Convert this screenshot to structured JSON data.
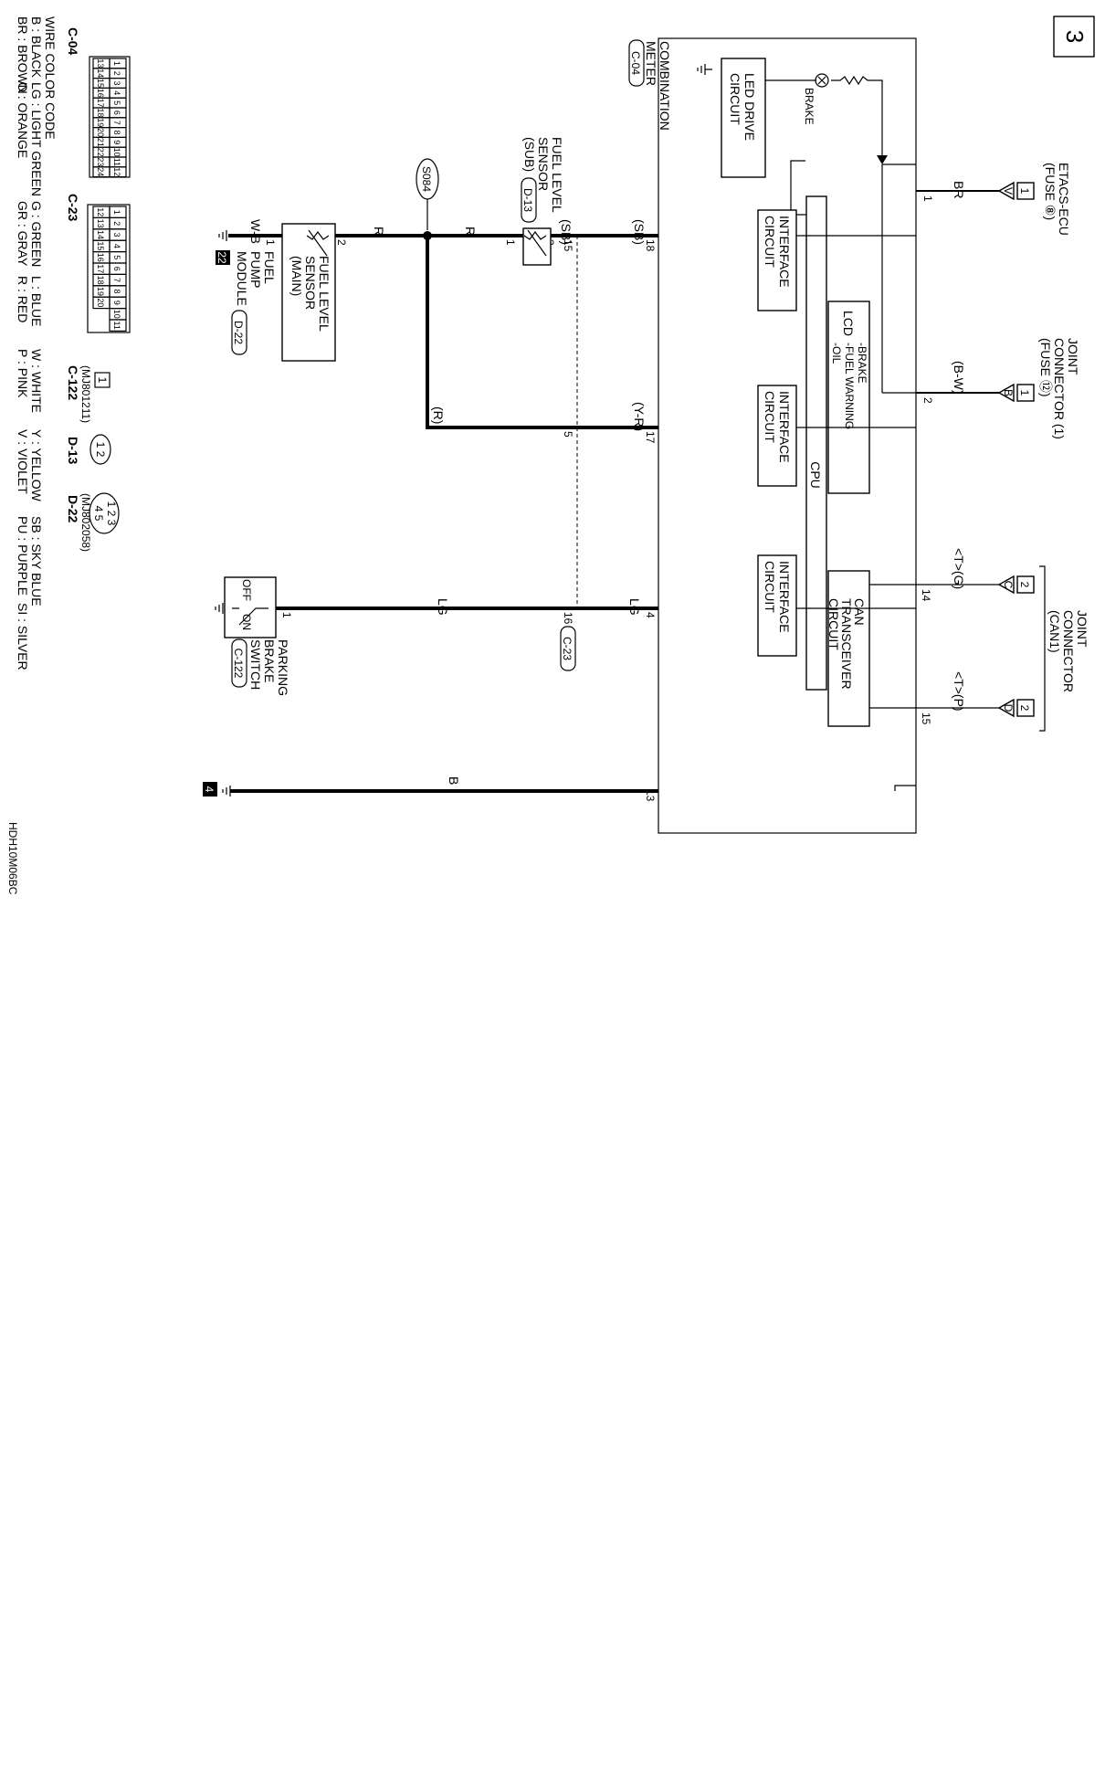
{
  "page": {
    "number": "3",
    "ref_code": "HDH10M06BC"
  },
  "meter": {
    "title_line1": "COMBINATION",
    "title_line2": "METER",
    "connector": "C-04",
    "led_drive_line1": "LED DRIVE",
    "led_drive_line2": "CIRCUIT",
    "brake_label": "BRAKE",
    "cpu_label": "CPU",
    "lcd_label": "LCD",
    "lcd_items": [
      "-BRAKE",
      "-FUEL WARNING",
      "-OIL"
    ],
    "interface_line1": "INTERFACE",
    "interface_line2": "CIRCUIT",
    "can_line1": "CAN",
    "can_line2": "TRANSCEIVER",
    "can_line3": "CIRCUIT"
  },
  "top_connectors": {
    "etacs_line1": "ETACS-ECU",
    "etacs_line2": "(FUSE ⑧)",
    "joint1_line1": "JOINT",
    "joint1_line2": "CONNECTOR (1)",
    "joint1_line3": "(FUSE ⑫)",
    "joint2_line1": "JOINT",
    "joint2_line2": "CONNECTOR",
    "joint2_line3": "(CAN1)",
    "sq1": "1",
    "sq2": "2",
    "tri_v": "V",
    "tri_b": "B",
    "tri_c": "C",
    "tri_d": "D"
  },
  "wires": {
    "br": "BR",
    "bw": "(B-W)",
    "can_g": "<T>(G)",
    "can_p": "<T>(P)",
    "sb": "(SB)",
    "sb2": "(SB)",
    "r": "R",
    "r2": "R",
    "r_paren": "(R)",
    "yr": "(Y-R)",
    "lg": "LG",
    "lg2": "LG",
    "b": "B",
    "wb": "W-B"
  },
  "pins": {
    "p1": "1",
    "p2": "2",
    "p14": "14",
    "p15": "15",
    "p18": "18",
    "p17": "17",
    "p4": "4",
    "p13": "13",
    "s15": "15",
    "s5": "5",
    "s16": "16",
    "fs_sub_2": "2",
    "fs_sub_1": "1",
    "fs_main_2": "2",
    "fs_main_1": "1",
    "pbs_1": "1"
  },
  "components": {
    "splice": "S084",
    "fuel_sub_line1": "FUEL LEVEL",
    "fuel_sub_line2": "SENSOR",
    "fuel_sub_line3": "(SUB)",
    "fuel_sub_conn": "D-13",
    "fuel_main_line1": "FUEL LEVEL",
    "fuel_main_line2": "SENSOR",
    "fuel_main_line3": "(MAIN)",
    "pump_line1": "FUEL",
    "pump_line2": "PUMP",
    "pump_line3": "MODULE",
    "pump_conn": "D-22",
    "pbs_line1": "PARKING",
    "pbs_line2": "BRAKE",
    "pbs_line3": "SWITCH",
    "pbs_conn": "C-122",
    "pbs_off": "OFF",
    "pbs_on": "ON",
    "c23_tag": "C-23",
    "ground_22": "22",
    "ground_4": "4"
  },
  "legend": {
    "title": "WIRE COLOR CODE",
    "row1": [
      "B : BLACK",
      "LG : LIGHT GREEN",
      "G : GREEN",
      "L : BLUE",
      "W : WHITE",
      "Y : YELLOW",
      "SB : SKY BLUE"
    ],
    "row2": [
      "BR : BROWN",
      "O : ORANGE",
      "GR : GRAY",
      "R : RED",
      "P : PINK",
      "V : VIOLET",
      "PU : PURPLE",
      "SI : SILVER"
    ]
  },
  "connector_views": {
    "c04": "C-04",
    "c04_row1": [
      "1",
      "2",
      "3",
      "4",
      "5",
      "6",
      "7",
      "8",
      "9",
      "10",
      "11",
      "12"
    ],
    "c04_row2": [
      "13",
      "14",
      "15",
      "16",
      "17",
      "18",
      "19",
      "20",
      "21",
      "22",
      "23",
      "24"
    ],
    "c23": "C-23",
    "c23_row1": [
      "1",
      "2",
      "3",
      "4",
      "5",
      "6",
      "7",
      "8",
      "9",
      "10",
      "11"
    ],
    "c23_row2": [
      "12",
      "13",
      "14",
      "15",
      "16",
      "17",
      "18",
      "19",
      "20"
    ],
    "c122": "C-122",
    "c122_part": "(MJ801211)",
    "c122_pin": "1",
    "d13": "D-13",
    "d13_pins": "1 2",
    "d22": "D-22",
    "d22_part": "(MJ802058)",
    "d22_row1": "1 2 3",
    "d22_row2": "4 5"
  }
}
